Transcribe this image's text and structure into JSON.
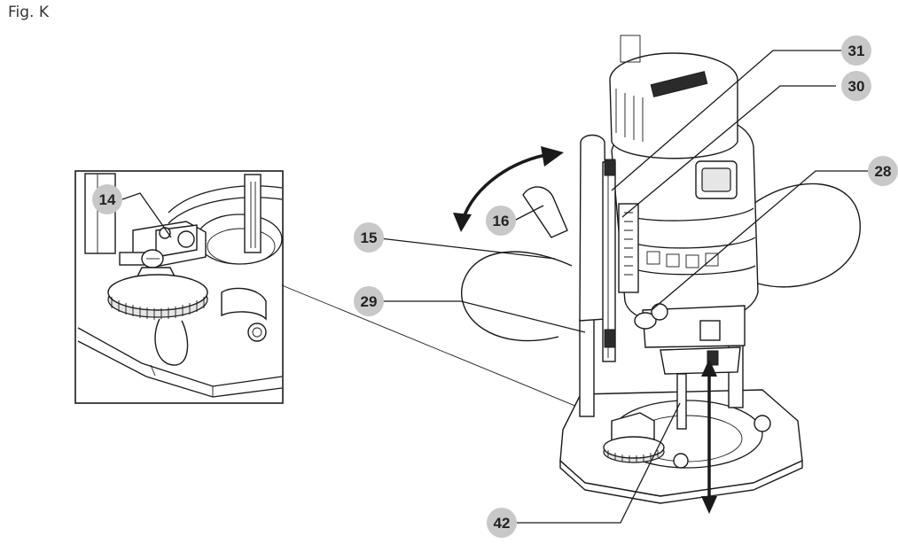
{
  "figure": {
    "label": "Fig. K"
  },
  "callouts": [
    {
      "id": "c14",
      "text": "14"
    },
    {
      "id": "c15",
      "text": "15"
    },
    {
      "id": "c16",
      "text": "16"
    },
    {
      "id": "c28",
      "text": "28"
    },
    {
      "id": "c29",
      "text": "29"
    },
    {
      "id": "c30",
      "text": "30"
    },
    {
      "id": "c31",
      "text": "31"
    },
    {
      "id": "c42",
      "text": "42"
    }
  ],
  "colors": {
    "callout_circle": "#c8c8c8",
    "line": "#1a1a1a",
    "background": "#ffffff"
  }
}
